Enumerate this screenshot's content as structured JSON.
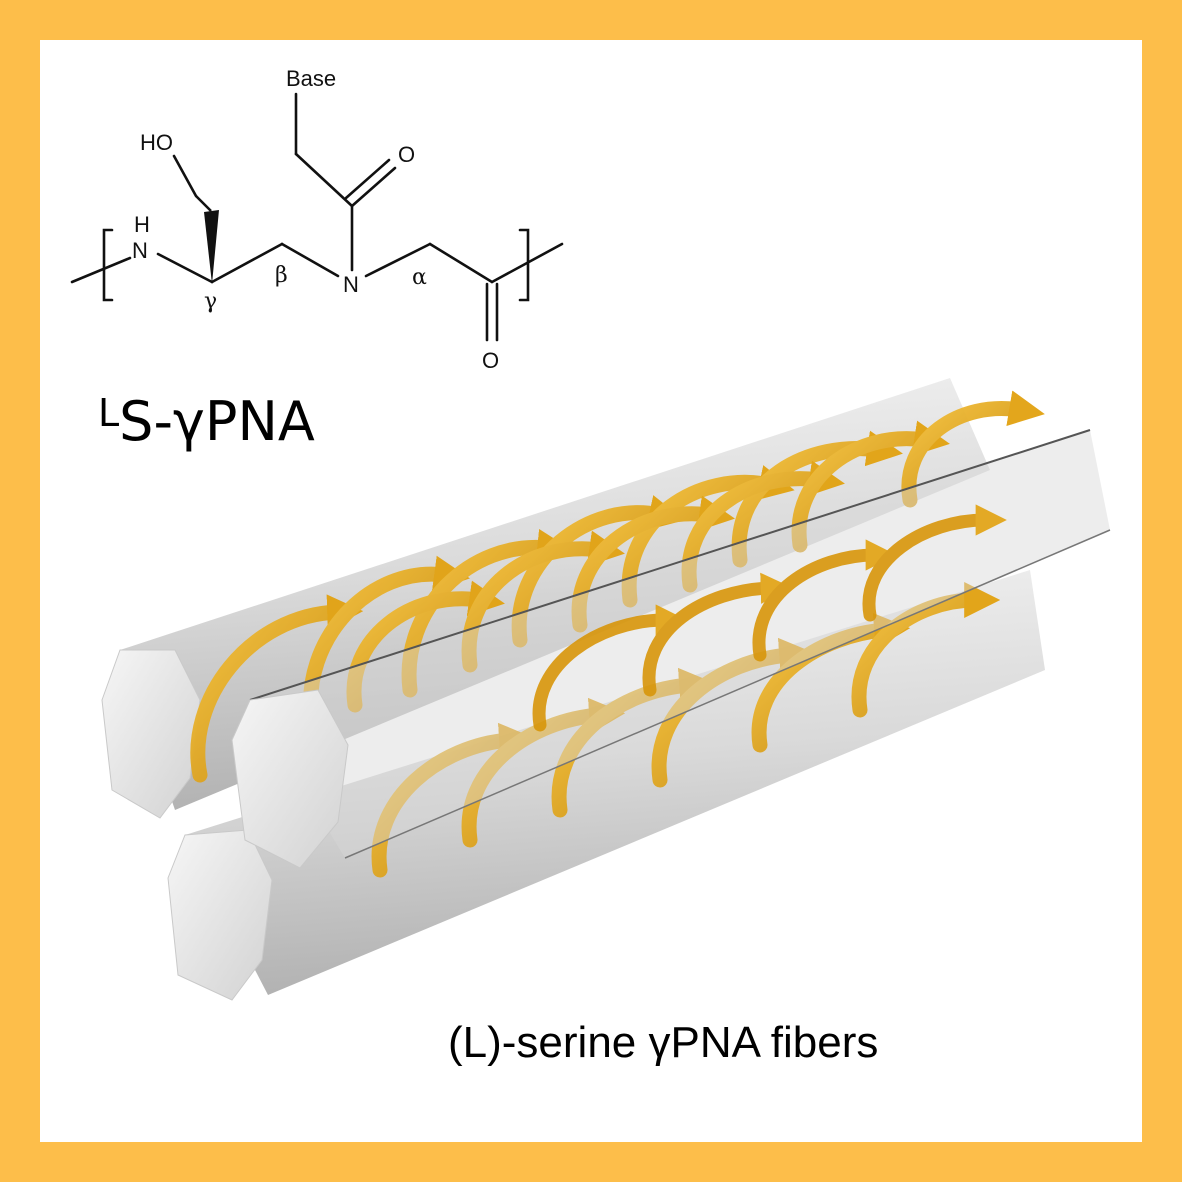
{
  "colors": {
    "border": "#fdbe4a",
    "background": "#ffffff",
    "fiber": "#d4d4d4",
    "helix": "#e8a512"
  },
  "structure": {
    "base_label": "Base",
    "hydroxyl_label": "HO",
    "amine_h_label": "H",
    "amine_n_label": "N",
    "amide_n_label": "N",
    "carbonyl_top_label": "O",
    "carbonyl_bottom_label": "O",
    "gamma_label": "γ",
    "beta_label": "β",
    "alpha_label": "α"
  },
  "title": {
    "superscript": "L",
    "main": "S-γPNA"
  },
  "caption": "(L)-serine γPNA fibers"
}
